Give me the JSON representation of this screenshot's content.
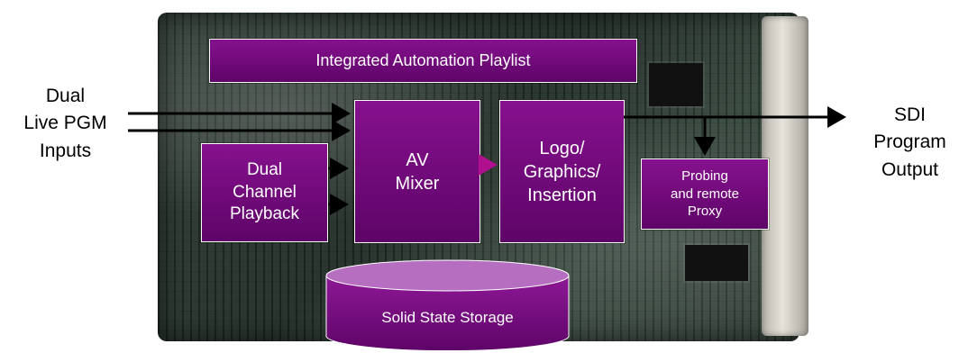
{
  "diagram": {
    "input_label": "Dual\nLive PGM\nInputs",
    "output_label": "SDI\nProgram\nOutput",
    "blocks": {
      "playlist": "Integrated Automation Playlist",
      "playback": "Dual\nChannel\nPlayback",
      "mixer": "AV\nMixer",
      "logo": "Logo/\nGraphics/\nInsertion",
      "probing": "Probing\nand remote\nProxy",
      "storage": "Solid State Storage"
    }
  },
  "colors": {
    "block_fill": "#7a0a84",
    "block_border": "#ffffff",
    "arrow_glow": "#ffff33",
    "arrow": "#000000",
    "mixer_to_logo_arrow": "#b0108e"
  }
}
